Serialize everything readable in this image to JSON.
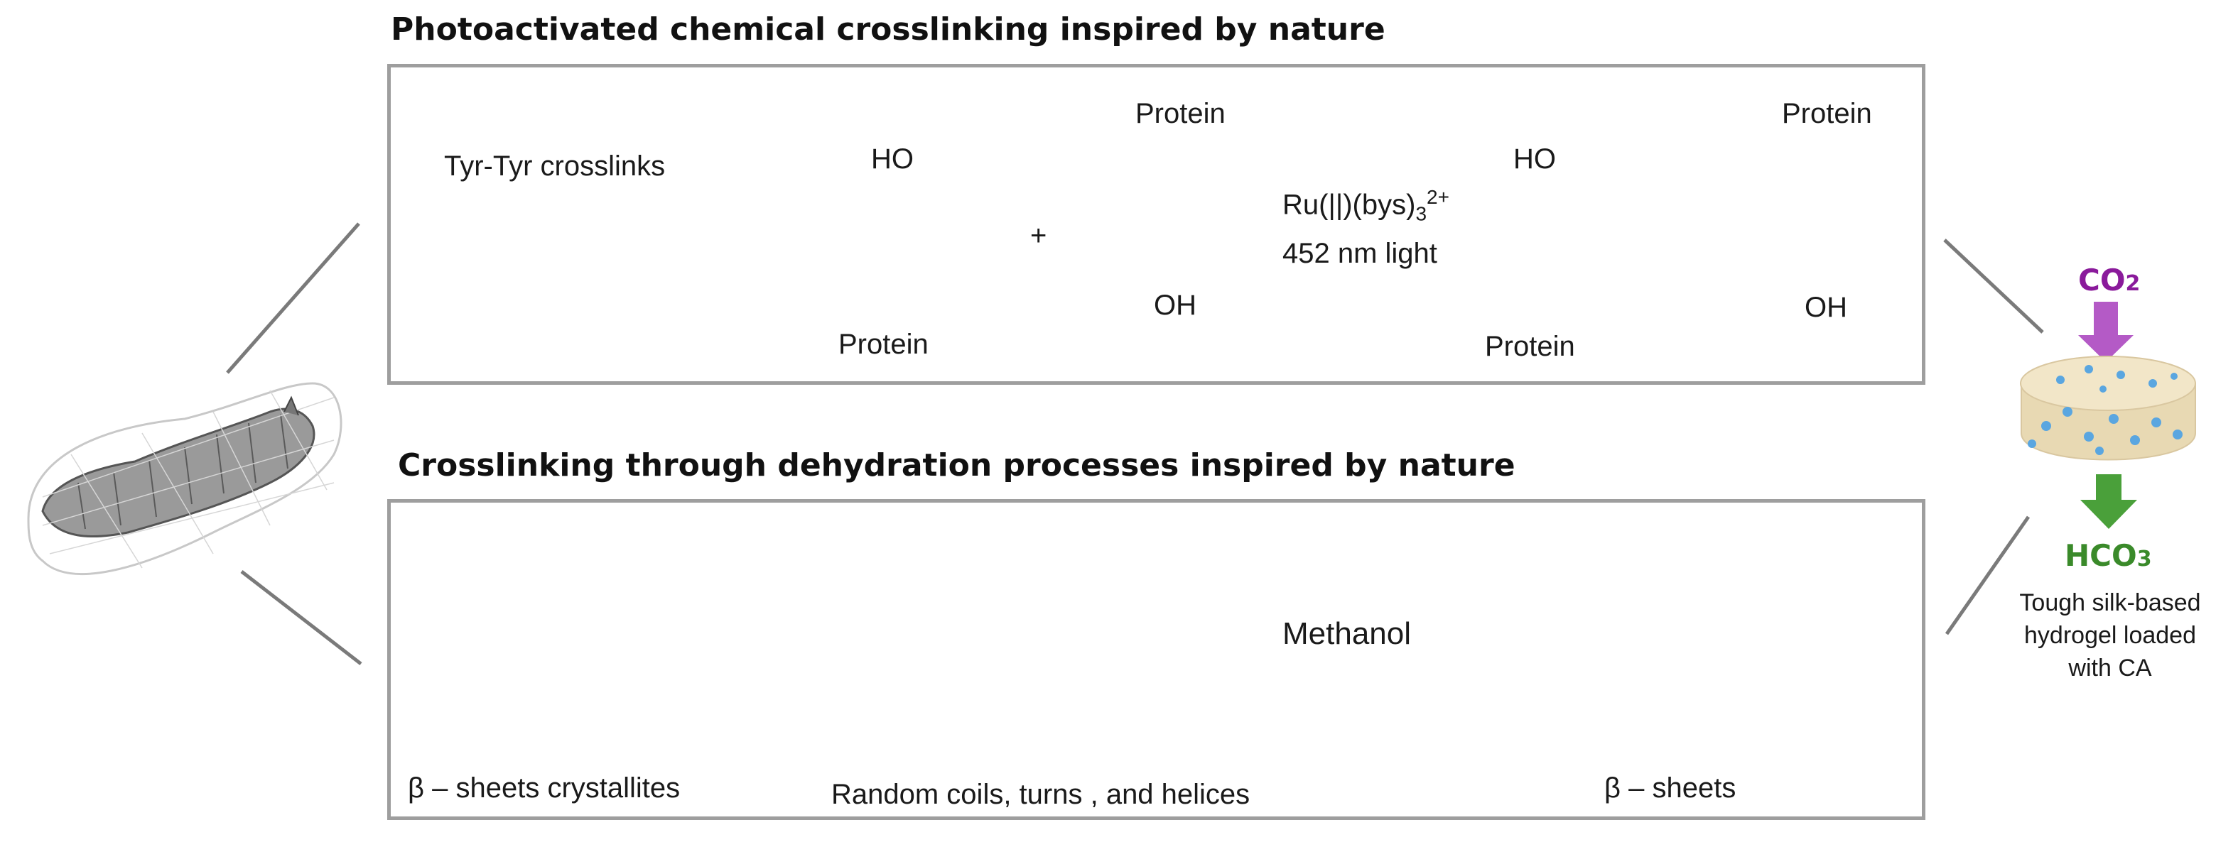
{
  "top_section": {
    "title": "Photoactivated chemical crosslinking inspired by nature",
    "network_label": "Tyr-Tyr crosslinks",
    "reactant_top": {
      "ho": "HO",
      "protein": "Protein"
    },
    "plus": "+",
    "reactant_bottom": {
      "oh": "OH",
      "protein": "Protein"
    },
    "catalyst": {
      "prefix": "Ru(||)(bys)",
      "sub": "3",
      "sup": "2+"
    },
    "light": "452 nm light",
    "product": {
      "ho": "HO",
      "protein_top": "Protein",
      "oh": "OH",
      "protein_bottom": "Protein"
    }
  },
  "bottom_section": {
    "title": "Crosslinking through dehydration processes inspired by nature",
    "crystallites_label": "β – sheets crystallites",
    "coils_label": "Random coils, turns , and helices",
    "reagent": "Methanol",
    "sheets_label": "β – sheets"
  },
  "hydrogel": {
    "co2": {
      "base": "CO",
      "sub": "2"
    },
    "hco3": {
      "base": "HCO",
      "sub": "3"
    },
    "caption_lines": [
      "Tough silk-based",
      "hydrogel loaded",
      "with CA"
    ]
  },
  "colors": {
    "panel_border": "#9e9e9e",
    "arrow_blue": "#1d5e7e",
    "ring_blue": "#1d5b78",
    "crosslink_orange": "#e8853a",
    "fiber_blue": "#7ea6d8",
    "helix_pink": "#f0a7a3",
    "coil_blue": "#a9c1de",
    "sheet_fill": "#86a9bd",
    "co2_purple": "#8a1a9b",
    "hco3_green": "#3a8a2a",
    "hydrogel_dots": "#5aa6e0"
  },
  "icons": [
    "silkworm-icon",
    "gray-arrow-icon",
    "hydrogel-disc-icon",
    "co2-arrow-icon",
    "hco3-arrow-icon"
  ]
}
